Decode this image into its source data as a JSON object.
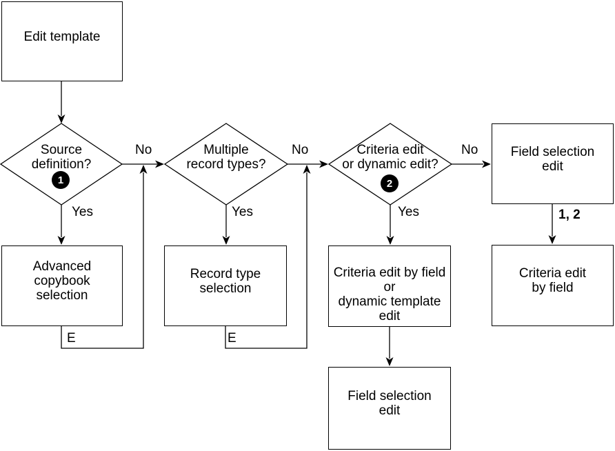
{
  "nodes": {
    "edit_template": {
      "label": "Edit template"
    },
    "source_definition": {
      "label": "Source\ndefinition?",
      "badge": "1"
    },
    "multiple_record_types": {
      "label": "Multiple\nrecord types?"
    },
    "criteria_or_dynamic": {
      "label": "Criteria edit\nor dynamic edit?",
      "badge": "2"
    },
    "field_selection_edit_top": {
      "label": "Field selection\nedit"
    },
    "advanced_copybook_selection": {
      "label": "Advanced\ncopybook\nselection"
    },
    "record_type_selection": {
      "label": "Record type\nselection"
    },
    "criteria_edit_by_field_or_dynamic": {
      "label": "Criteria edit by field\nor\ndynamic template\nedit"
    },
    "criteria_edit_by_field": {
      "label": "Criteria edit\nby field"
    },
    "field_selection_edit_bottom": {
      "label": "Field selection\nedit"
    }
  },
  "edge_labels": {
    "no_1": "No",
    "no_2": "No",
    "no_3": "No",
    "yes_1": "Yes",
    "yes_2": "Yes",
    "yes_3": "Yes",
    "exit_1": "E",
    "exit_2": "E",
    "one_two": "1, 2"
  },
  "colors": {
    "line": "#000000",
    "background": "#ffffff",
    "badge_background": "#000000",
    "badge_text": "#ffffff"
  }
}
